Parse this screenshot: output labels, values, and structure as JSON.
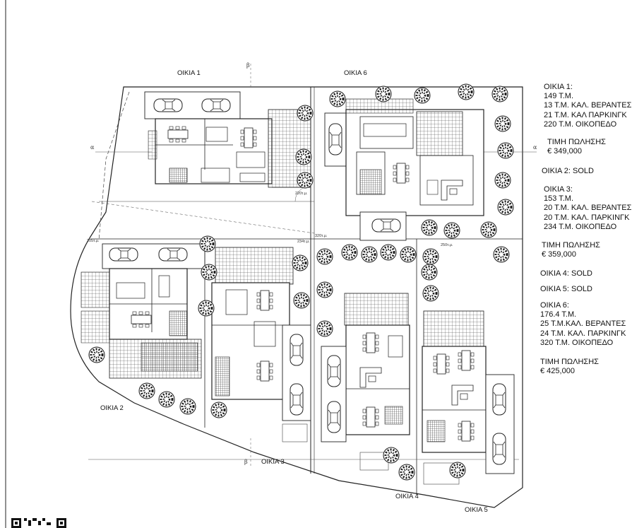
{
  "plan_labels": {
    "house1": "ΟΙΚΙΑ 1",
    "house2": "ΟΙΚΙΑ 2",
    "house3": "ΟΙΚΙΑ 3",
    "house4": "ΟΙΚΙΑ 4",
    "house5": "ΟΙΚΙΑ 5",
    "house6": "ΟΙΚΙΑ 6",
    "beta": "β",
    "alpha": "α"
  },
  "dims": {
    "d220": "220τ.μ.",
    "d320": "320τ.μ.",
    "d234": "234τ.μ.",
    "d250": "250τ.μ.",
    "d205": "205τ.μ."
  },
  "info": {
    "house1": {
      "title": "ΟΙΚΙΑ 1:",
      "lines": [
        "149 Τ.Μ.",
        "13 Τ.Μ. ΚΑΛ. ΒΕΡΑΝΤΕΣ",
        "21 Τ.Μ. ΚΑΛ ΠΑΡΚΙΝΓΚ",
        "220 Τ.Μ. ΟΙΚΟΠΕΔΟ"
      ],
      "price_label": "ΤΙΜΗ ΠΩΛΗΣΗΣ",
      "price": "€ 349,000"
    },
    "house2": {
      "status": "ΟΙΚΙΑ 2: SOLD"
    },
    "house3": {
      "title": "ΟΙΚΙΑ 3:",
      "lines": [
        "153 Τ.Μ.",
        "20 Τ.Μ. ΚΑΛ. ΒΕΡΑΝΤΕΣ",
        "20 Τ.Μ. ΚΑΛ. ΠΑΡΚΙΝΓΚ",
        "234 Τ.Μ. ΟΙΚΟΠΕΔΟ"
      ],
      "price_label": "ΤΙΜΗ ΠΩΛΗΣΗΣ",
      "price": "€ 359,000"
    },
    "house4": {
      "status": "ΟΙΚΙΑ 4: SOLD"
    },
    "house5": {
      "status": "ΟΙΚΙΑ 5: SOLD"
    },
    "house6": {
      "title": "ΟΙΚΙΑ 6:",
      "lines": [
        "176.4 Τ.Μ.",
        "25 Τ.Μ.ΚΑΛ. ΒΕΡΑΝΤΕΣ",
        "24 Τ.Μ. ΚΑΛ. ΠΑΡΚΙΝΓΚ",
        "320 Τ.Μ. ΟΙΚΟΠΕΔΟ"
      ],
      "price_label": "ΤΙΜΗ ΠΩΛΗΣΗΣ",
      "price": "€ 425,000"
    }
  },
  "colors": {
    "line": "#222222",
    "tree": "#1a1a1a",
    "paper": "#ffffff"
  }
}
